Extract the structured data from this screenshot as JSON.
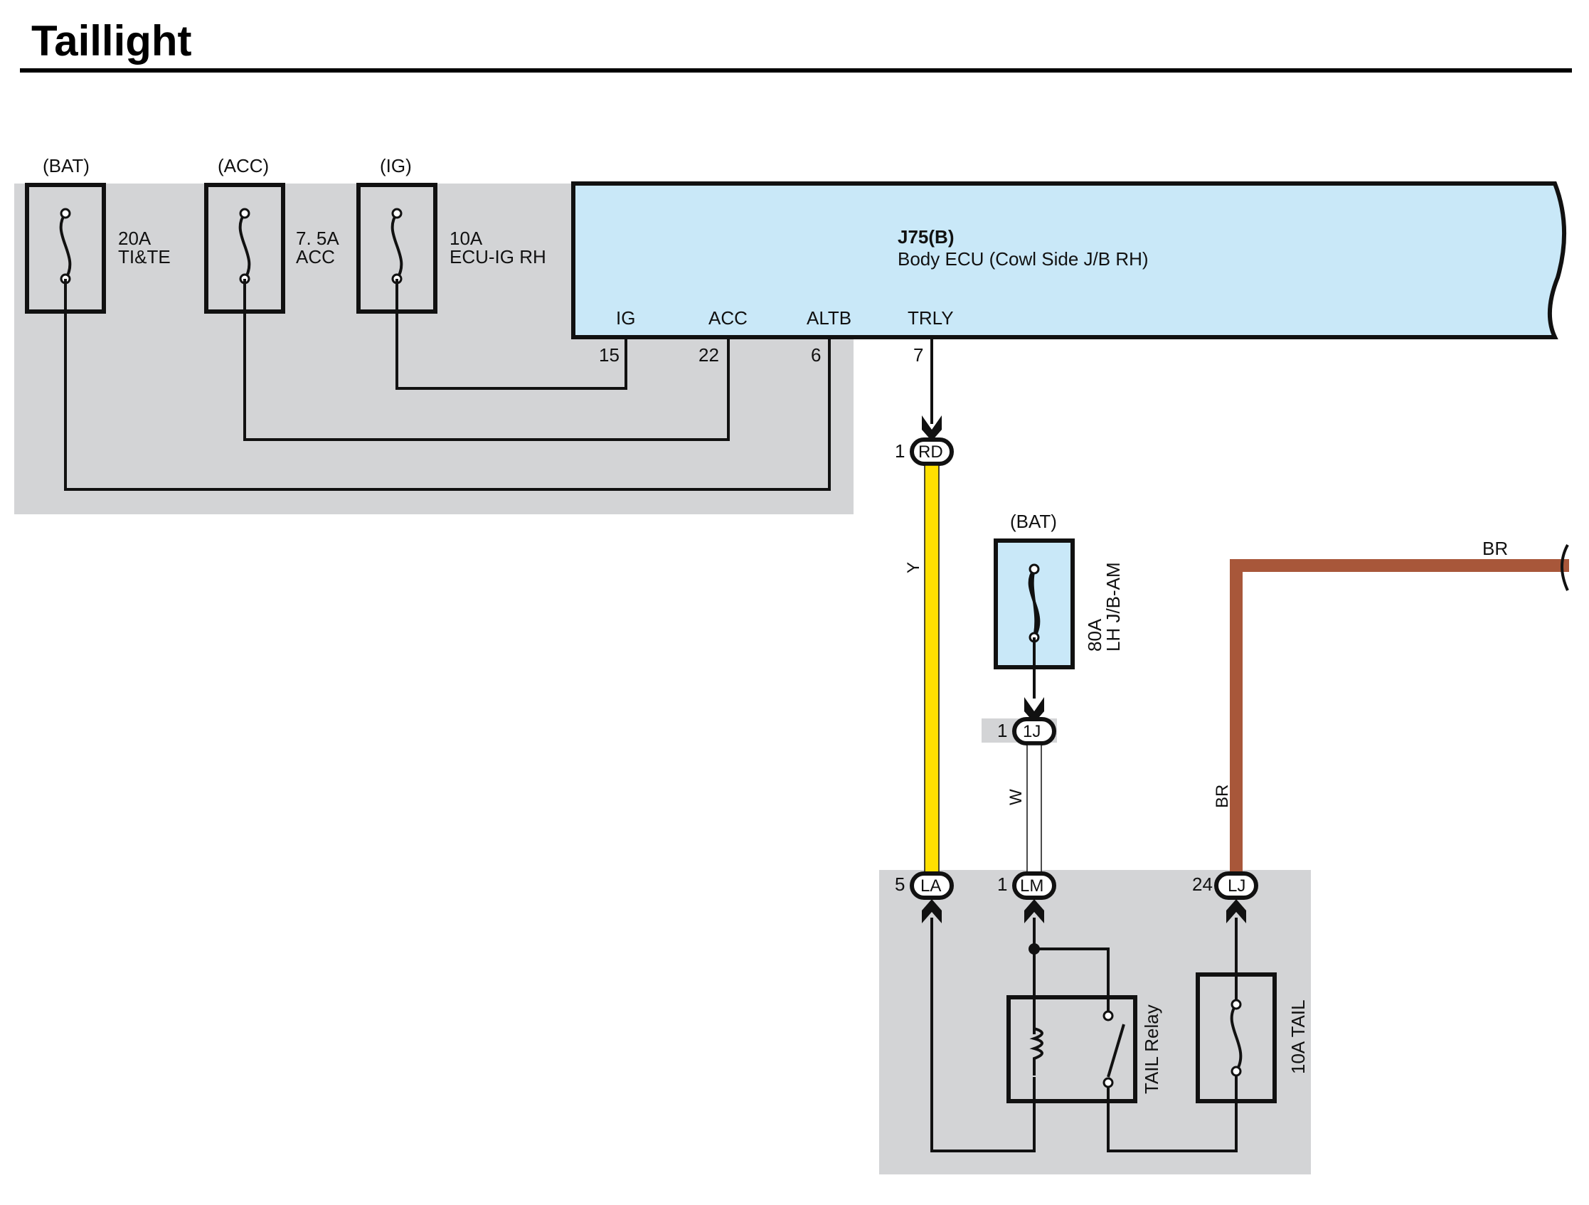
{
  "title": "Taillight",
  "fuses_top": [
    {
      "source": "(BAT)",
      "rating": "20A",
      "name": "TI&TE"
    },
    {
      "source": "(ACC)",
      "rating": "7. 5A",
      "name": "ACC"
    },
    {
      "source": "(IG)",
      "rating": "10A",
      "name": "ECU-IG RH"
    }
  ],
  "ecu": {
    "code": "J75(B)",
    "name": "Body ECU (Cowl Side J/B RH)",
    "terminals": [
      {
        "label": "IG",
        "pin": "15"
      },
      {
        "label": "ACC",
        "pin": "22"
      },
      {
        "label": "ALTB",
        "pin": "6"
      },
      {
        "label": "TRLY",
        "pin": "7"
      }
    ]
  },
  "connectors": {
    "rd": {
      "pin": "1",
      "code": "RD"
    },
    "oneJ": {
      "pin": "1",
      "code": "1J"
    },
    "la": {
      "pin": "5",
      "code": "LA"
    },
    "lm": {
      "pin": "1",
      "code": "LM"
    },
    "lj": {
      "pin": "24",
      "code": "LJ"
    }
  },
  "fuse_am": {
    "source": "(BAT)",
    "rating": "80A",
    "name": "LH J/B-AM"
  },
  "wires": {
    "yellow": {
      "code": "Y",
      "color": "#FFE000"
    },
    "white": {
      "code": "W",
      "color": "#ffffff"
    },
    "brown_vertical": {
      "code": "BR",
      "color": "#A8573A"
    },
    "brown_horizontal": {
      "code": "BR",
      "color": "#A8573A"
    }
  },
  "relay": {
    "name": "TAIL Relay"
  },
  "fuse_tail": {
    "label": "10A TAIL"
  },
  "colors": {
    "ecu_fill": "#C9E8F8",
    "jb_gray": "#D3D4D6"
  }
}
